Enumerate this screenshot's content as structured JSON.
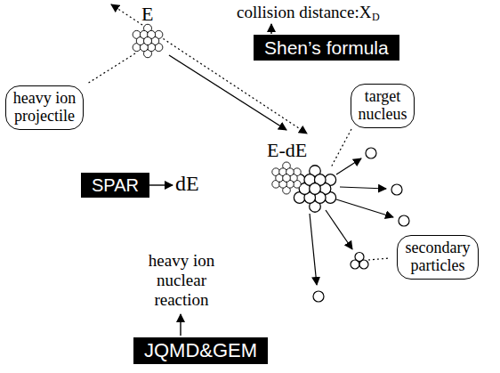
{
  "diagram": {
    "nodes": [
      {
        "text": [
          "heavy ion projectile"
        ]
      },
      {
        "text": [
          "Shen’s formula"
        ]
      },
      {
        "text": [
          "target nucleus"
        ]
      },
      {
        "text": [
          "SPAR"
        ]
      },
      {
        "text": [
          "secondary particles"
        ]
      },
      {
        "text": [
          "JQMD&GEM"
        ]
      }
    ],
    "labels": [
      "E",
      "collision distance:X",
      "D",
      "dE",
      "E-dE",
      "heavy ion nuclear reaction"
    ]
  }
}
